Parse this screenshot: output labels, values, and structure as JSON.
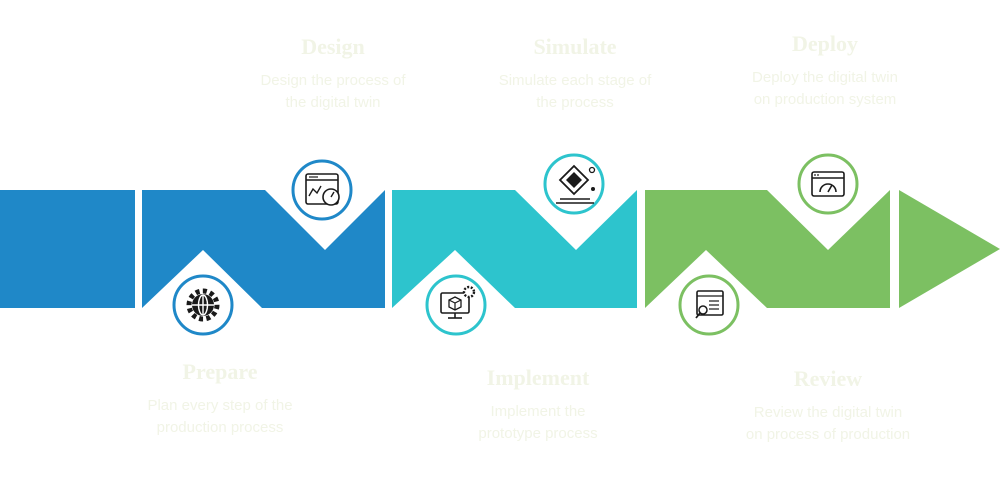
{
  "colors": {
    "blue": "#1f88c8",
    "teal": "#2dc4cd",
    "green": "#7cc062",
    "label_text": "#f1f4e6",
    "badge_fill": "#ffffff",
    "icon_dark": "#1a1a1a"
  },
  "steps": [
    {
      "title": "Design",
      "line1": "Design the process of",
      "line2": "the digital twin",
      "color": "blue",
      "icon": "dashboard-gauge-icon"
    },
    {
      "title": "Simulate",
      "line1": "Simulate each stage of",
      "line2": "the process",
      "color": "teal",
      "icon": "prototype-layers-icon"
    },
    {
      "title": "Deploy",
      "line1": "Deploy the digital twin",
      "line2": "on production system",
      "color": "green",
      "icon": "browser-speedometer-icon"
    },
    {
      "title": "Prepare",
      "line1": "Plan every step of the",
      "line2": "production process",
      "color": "blue",
      "icon": "globe-gear-icon"
    },
    {
      "title": "Implement",
      "line1": "Implement the",
      "line2": "prototype process",
      "color": "teal",
      "icon": "monitor-cube-gear-icon"
    },
    {
      "title": "Review",
      "line1": "Review the digital twin",
      "line2": "on process of production",
      "color": "green",
      "icon": "document-search-icon"
    }
  ]
}
